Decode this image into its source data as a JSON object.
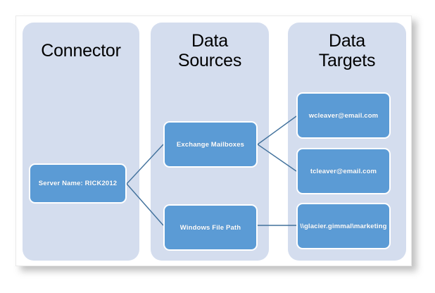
{
  "diagram": {
    "columns": [
      {
        "id": "connector",
        "title": "Connector"
      },
      {
        "id": "data-sources",
        "title": "Data\nSources"
      },
      {
        "id": "data-targets",
        "title": "Data\nTargets"
      }
    ],
    "nodes": {
      "connector": [
        {
          "id": "server-name",
          "label": "Server Name: RICK2012"
        }
      ],
      "data_sources": [
        {
          "id": "exchange-mailboxes",
          "label": "Exchange Mailboxes"
        },
        {
          "id": "windows-file-path",
          "label": "Windows File Path"
        }
      ],
      "data_targets": [
        {
          "id": "target-wcleaver",
          "label": "wcleaver@email.com"
        },
        {
          "id": "target-tcleaver",
          "label": "tcleaver@email.com"
        },
        {
          "id": "target-marketing-share",
          "label": "\\\\glacier.gimmal\\marketing"
        }
      ]
    },
    "edges": [
      {
        "from": "server-name",
        "to": "exchange-mailboxes"
      },
      {
        "from": "server-name",
        "to": "windows-file-path"
      },
      {
        "from": "exchange-mailboxes",
        "to": "target-wcleaver"
      },
      {
        "from": "exchange-mailboxes",
        "to": "target-tcleaver"
      },
      {
        "from": "windows-file-path",
        "to": "target-marketing-share"
      }
    ],
    "colors": {
      "node_fill": "#5b9bd5",
      "column_fill": "#d4ddee",
      "connector_line": "#41719c",
      "node_text": "#ffffff",
      "title_text": "#000000",
      "page_background": "#ffffff"
    }
  }
}
